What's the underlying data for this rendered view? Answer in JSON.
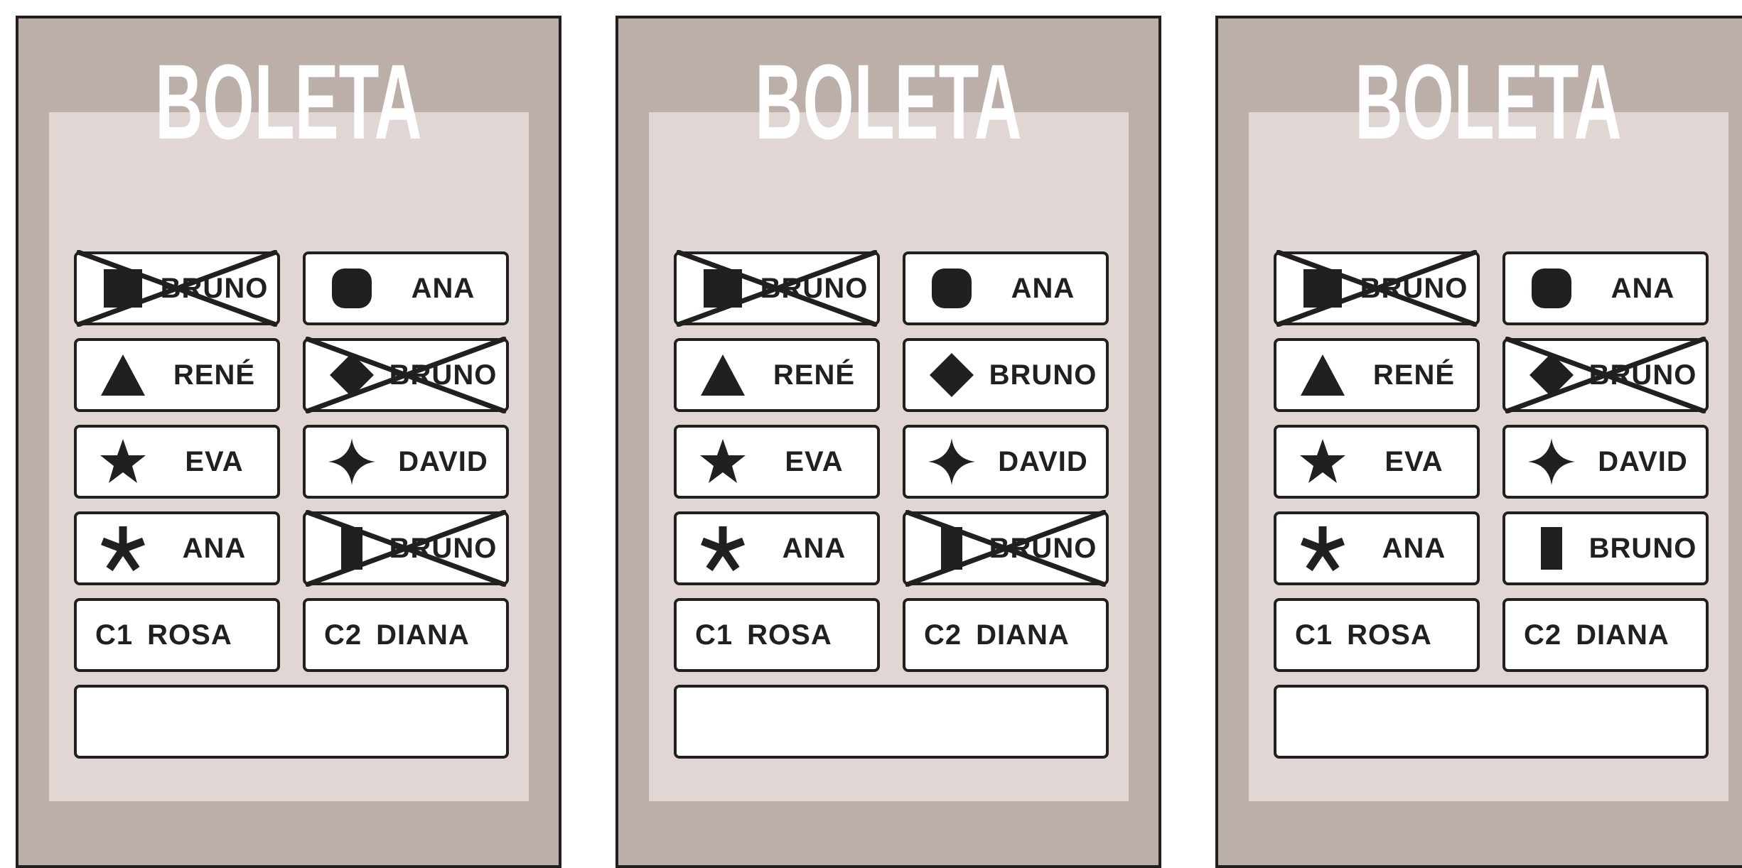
{
  "ballots": [
    {
      "title": "BOLETA",
      "options": [
        {
          "icon": "square-icon",
          "label": "BRUNO",
          "crossed": true
        },
        {
          "icon": "circle-icon",
          "label": "ANA",
          "crossed": false
        },
        {
          "icon": "triangle-icon",
          "label": "RENÉ",
          "crossed": false
        },
        {
          "icon": "diamond-icon",
          "label": "BRUNO",
          "crossed": true
        },
        {
          "icon": "star-icon",
          "label": "EVA",
          "crossed": false
        },
        {
          "icon": "four-point-star-icon",
          "label": "DAVID",
          "crossed": false
        },
        {
          "icon": "asterisk-icon",
          "label": "ANA",
          "crossed": false
        },
        {
          "icon": "bar-icon",
          "label": "BRUNO",
          "crossed": true
        }
      ],
      "candidates": [
        {
          "code": "C1",
          "name": "ROSA"
        },
        {
          "code": "C2",
          "name": "DIANA"
        }
      ],
      "blank": ""
    },
    {
      "title": "BOLETA",
      "options": [
        {
          "icon": "square-icon",
          "label": "BRUNO",
          "crossed": true
        },
        {
          "icon": "circle-icon",
          "label": "ANA",
          "crossed": false
        },
        {
          "icon": "triangle-icon",
          "label": "RENÉ",
          "crossed": false
        },
        {
          "icon": "diamond-icon",
          "label": "BRUNO",
          "crossed": false
        },
        {
          "icon": "star-icon",
          "label": "EVA",
          "crossed": false
        },
        {
          "icon": "four-point-star-icon",
          "label": "DAVID",
          "crossed": false
        },
        {
          "icon": "asterisk-icon",
          "label": "ANA",
          "crossed": false
        },
        {
          "icon": "bar-icon",
          "label": "BRUNO",
          "crossed": true
        }
      ],
      "candidates": [
        {
          "code": "C1",
          "name": "ROSA"
        },
        {
          "code": "C2",
          "name": "DIANA"
        }
      ],
      "blank": ""
    },
    {
      "title": "BOLETA",
      "options": [
        {
          "icon": "square-icon",
          "label": "BRUNO",
          "crossed": true
        },
        {
          "icon": "circle-icon",
          "label": "ANA",
          "crossed": false
        },
        {
          "icon": "triangle-icon",
          "label": "RENÉ",
          "crossed": false
        },
        {
          "icon": "diamond-icon",
          "label": "BRUNO",
          "crossed": true
        },
        {
          "icon": "star-icon",
          "label": "EVA",
          "crossed": false
        },
        {
          "icon": "four-point-star-icon",
          "label": "DAVID",
          "crossed": false
        },
        {
          "icon": "asterisk-icon",
          "label": "ANA",
          "crossed": false
        },
        {
          "icon": "bar-icon",
          "label": "BRUNO",
          "crossed": false
        }
      ],
      "candidates": [
        {
          "code": "C1",
          "name": "ROSA"
        },
        {
          "code": "C2",
          "name": "DIANA"
        }
      ],
      "blank": ""
    }
  ],
  "colors": {
    "outer": "#bcafa9",
    "inner": "#e0d7d5",
    "ink": "#221f1f",
    "title": "#ffffff"
  }
}
